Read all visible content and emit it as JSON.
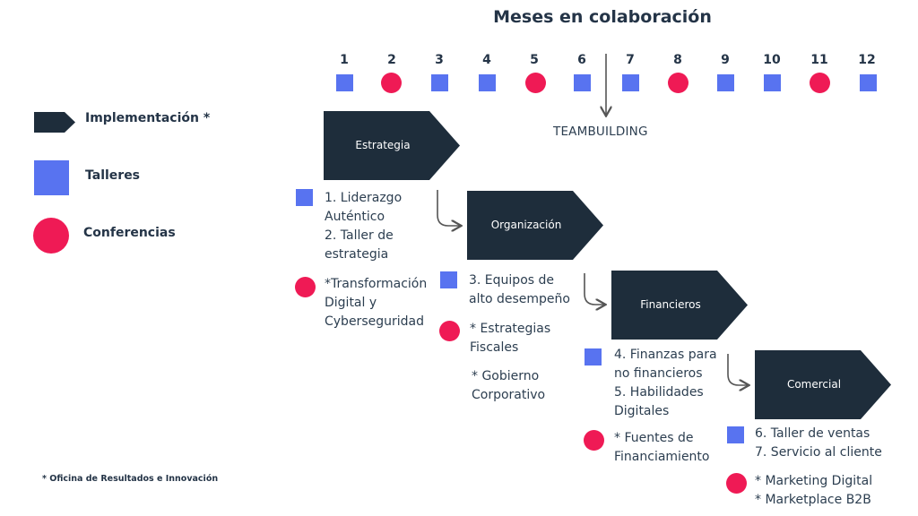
{
  "title": "Meses en colaboración",
  "months": [
    {
      "label": "1",
      "kind": "square"
    },
    {
      "label": "2",
      "kind": "circle"
    },
    {
      "label": "3",
      "kind": "square"
    },
    {
      "label": "4",
      "kind": "square"
    },
    {
      "label": "5",
      "kind": "circle"
    },
    {
      "label": "6",
      "kind": "square"
    },
    {
      "label": "7",
      "kind": "square"
    },
    {
      "label": "8",
      "kind": "circle"
    },
    {
      "label": "9",
      "kind": "square"
    },
    {
      "label": "10",
      "kind": "square"
    },
    {
      "label": "11",
      "kind": "circle"
    },
    {
      "label": "12",
      "kind": "square"
    }
  ],
  "teambuilding": "TEAMBUILDING",
  "legend": {
    "implementation": "Implementación *",
    "workshops": "Talleres",
    "conferences": "Conferencias"
  },
  "stages": {
    "estrategia": {
      "label": "Estrategia",
      "workshops": "1. Liderazgo\nAuténtico\n2. Taller de\nestrategia",
      "conferences": "*Transformación\nDigital y\nCyberseguridad"
    },
    "organizacion": {
      "label": "Organización",
      "workshops": "3. Equipos de\nalto desempeño",
      "conferences": "* Estrategias\nFiscales",
      "conferences_extra": "* Gobierno\nCorporativo"
    },
    "financieros": {
      "label": "Financieros",
      "workshops": "4. Finanzas para\nno financieros\n5. Habilidades\nDigitales",
      "conferences": "* Fuentes de\nFinanciamiento"
    },
    "comercial": {
      "label": "Comercial",
      "workshops": "6. Taller de ventas\n7. Servicio al cliente",
      "conferences": "* Marketing Digital\n* Marketplace B2B"
    }
  },
  "footnote": "* Oficina de Resultados e Innovación",
  "colors": {
    "dark": "#1e2d3b",
    "workshop_blue": "#5873f0",
    "conference_pink": "#ef1a55",
    "text": "#2c3e50"
  }
}
